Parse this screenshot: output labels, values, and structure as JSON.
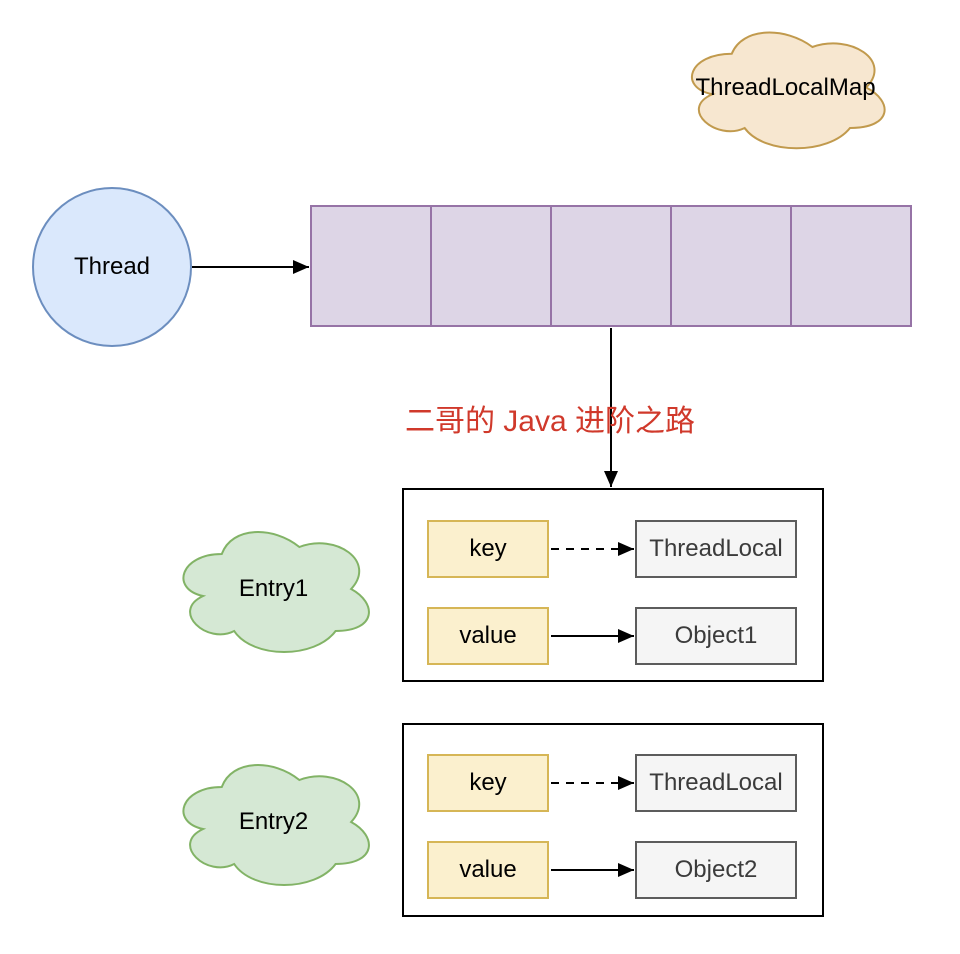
{
  "diagram": {
    "map_cloud_label": "ThreadLocalMap",
    "thread_label": "Thread",
    "watermark_text": "二哥的 Java 进阶之路",
    "array": {
      "slot_count": 5
    },
    "entries": [
      {
        "cloud_label": "Entry1",
        "key_label": "key",
        "key_target_label": "ThreadLocal",
        "value_label": "value",
        "value_target_label": "Object1"
      },
      {
        "cloud_label": "Entry2",
        "key_label": "key",
        "key_target_label": "ThreadLocal",
        "value_label": "value",
        "value_target_label": "Object2"
      }
    ]
  },
  "colors": {
    "thread_fill": "#DAE8FC",
    "thread_stroke": "#6C8EBF",
    "array_fill": "#DDD5E6",
    "array_stroke": "#9673A6",
    "map_cloud_fill": "#F7E7D0",
    "map_cloud_stroke": "#C19A4D",
    "entry_cloud_fill": "#D5E8D4",
    "entry_cloud_stroke": "#82B366",
    "key_fill": "#FBF0CE",
    "key_stroke": "#D6B656",
    "target_fill": "#F5F5F5",
    "target_stroke": "#5C5C5C",
    "target_text": "#3B3B3B",
    "watermark_red": "#D0392B",
    "connector_black": "#000000"
  }
}
